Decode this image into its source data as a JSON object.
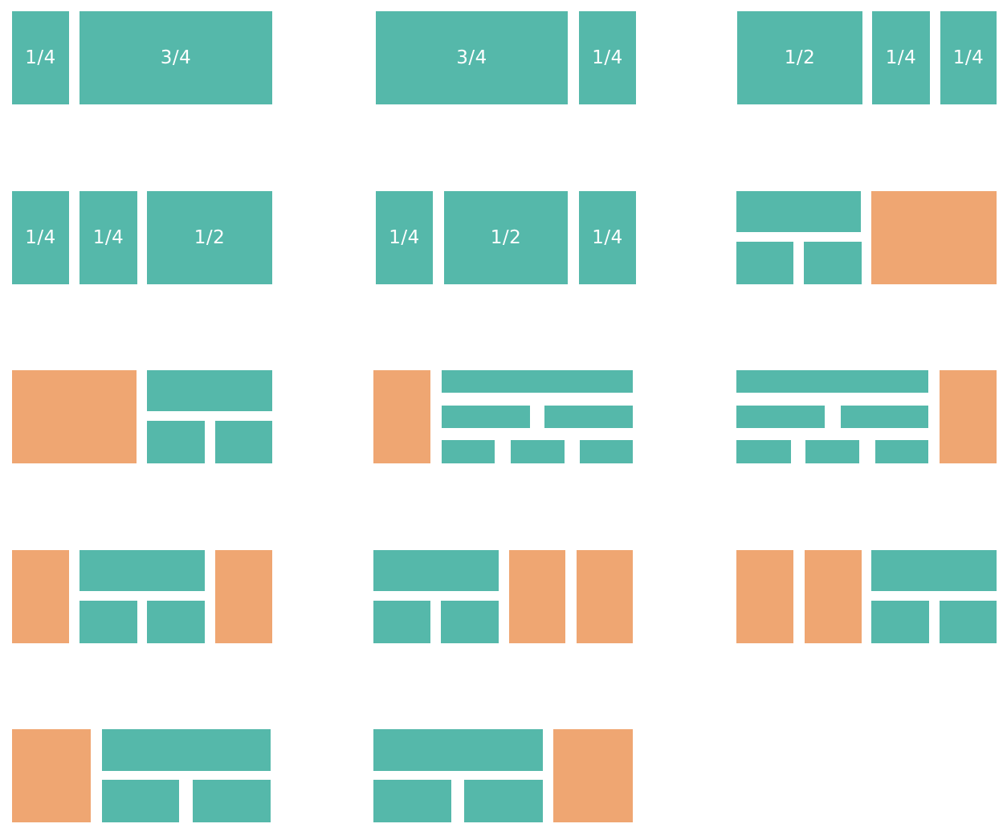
{
  "colors": {
    "teal": "#55b8aa",
    "orange": "#efa672",
    "background": "#ffffff"
  },
  "layouts": [
    {
      "id": "layout-quarter-threequarter",
      "blocks": [
        {
          "role": "column",
          "color": "teal",
          "label": "1/4"
        },
        {
          "role": "column",
          "color": "teal",
          "label": "3/4"
        }
      ]
    },
    {
      "id": "layout-threequarter-quarter",
      "blocks": [
        {
          "role": "column",
          "color": "teal",
          "label": "3/4"
        },
        {
          "role": "column",
          "color": "teal",
          "label": "1/4"
        }
      ]
    },
    {
      "id": "layout-half-quarter-quarter",
      "blocks": [
        {
          "role": "column",
          "color": "teal",
          "label": "1/2"
        },
        {
          "role": "column",
          "color": "teal",
          "label": "1/4"
        },
        {
          "role": "column",
          "color": "teal",
          "label": "1/4"
        }
      ]
    },
    {
      "id": "layout-quarter-quarter-half",
      "blocks": [
        {
          "role": "column",
          "color": "teal",
          "label": "1/4"
        },
        {
          "role": "column",
          "color": "teal",
          "label": "1/4"
        },
        {
          "role": "column",
          "color": "teal",
          "label": "1/2"
        }
      ]
    },
    {
      "id": "layout-quarter-half-quarter",
      "blocks": [
        {
          "role": "column",
          "color": "teal",
          "label": "1/4"
        },
        {
          "role": "column",
          "color": "teal",
          "label": "1/2"
        },
        {
          "role": "column",
          "color": "teal",
          "label": "1/4"
        }
      ]
    },
    {
      "id": "layout-stack-left-sidebar-right",
      "blocks": [
        {
          "role": "row-bar",
          "color": "teal",
          "label": ""
        },
        {
          "role": "cell",
          "color": "teal",
          "label": ""
        },
        {
          "role": "cell",
          "color": "teal",
          "label": ""
        },
        {
          "role": "sidebar",
          "color": "orange",
          "label": ""
        }
      ]
    },
    {
      "id": "layout-sidebar-left-stack-right",
      "blocks": [
        {
          "role": "sidebar",
          "color": "orange",
          "label": ""
        },
        {
          "role": "row-bar",
          "color": "teal",
          "label": ""
        },
        {
          "role": "cell",
          "color": "teal",
          "label": ""
        },
        {
          "role": "cell",
          "color": "teal",
          "label": ""
        }
      ]
    },
    {
      "id": "layout-narrow-sidebar-left-three-rows",
      "blocks": [
        {
          "role": "sidebar",
          "color": "orange",
          "label": ""
        },
        {
          "role": "row-bar",
          "color": "teal",
          "label": ""
        },
        {
          "role": "cell",
          "color": "teal",
          "label": ""
        },
        {
          "role": "cell",
          "color": "teal",
          "label": ""
        },
        {
          "role": "cell",
          "color": "teal",
          "label": ""
        },
        {
          "role": "cell",
          "color": "teal",
          "label": ""
        },
        {
          "role": "cell",
          "color": "teal",
          "label": ""
        }
      ]
    },
    {
      "id": "layout-three-rows-narrow-sidebar-right",
      "blocks": [
        {
          "role": "row-bar",
          "color": "teal",
          "label": ""
        },
        {
          "role": "cell",
          "color": "teal",
          "label": ""
        },
        {
          "role": "cell",
          "color": "teal",
          "label": ""
        },
        {
          "role": "cell",
          "color": "teal",
          "label": ""
        },
        {
          "role": "cell",
          "color": "teal",
          "label": ""
        },
        {
          "role": "cell",
          "color": "teal",
          "label": ""
        },
        {
          "role": "sidebar",
          "color": "orange",
          "label": ""
        }
      ]
    },
    {
      "id": "layout-sidebars-both-sides",
      "blocks": [
        {
          "role": "sidebar",
          "color": "orange",
          "label": ""
        },
        {
          "role": "row-bar",
          "color": "teal",
          "label": ""
        },
        {
          "role": "cell",
          "color": "teal",
          "label": ""
        },
        {
          "role": "cell",
          "color": "teal",
          "label": ""
        },
        {
          "role": "sidebar",
          "color": "orange",
          "label": ""
        }
      ]
    },
    {
      "id": "layout-stack-left-two-sidebars-right",
      "blocks": [
        {
          "role": "row-bar",
          "color": "teal",
          "label": ""
        },
        {
          "role": "cell",
          "color": "teal",
          "label": ""
        },
        {
          "role": "cell",
          "color": "teal",
          "label": ""
        },
        {
          "role": "sidebar",
          "color": "orange",
          "label": ""
        },
        {
          "role": "sidebar",
          "color": "orange",
          "label": ""
        }
      ]
    },
    {
      "id": "layout-two-sidebars-left-stack-right",
      "blocks": [
        {
          "role": "sidebar",
          "color": "orange",
          "label": ""
        },
        {
          "role": "sidebar",
          "color": "orange",
          "label": ""
        },
        {
          "role": "row-bar",
          "color": "teal",
          "label": ""
        },
        {
          "role": "cell",
          "color": "teal",
          "label": ""
        },
        {
          "role": "cell",
          "color": "teal",
          "label": ""
        }
      ]
    },
    {
      "id": "layout-sidebar-left-wide-stack-right",
      "blocks": [
        {
          "role": "sidebar",
          "color": "orange",
          "label": ""
        },
        {
          "role": "row-bar",
          "color": "teal",
          "label": ""
        },
        {
          "role": "cell",
          "color": "teal",
          "label": ""
        },
        {
          "role": "cell",
          "color": "teal",
          "label": ""
        }
      ]
    },
    {
      "id": "layout-wide-stack-left-sidebar-right",
      "blocks": [
        {
          "role": "row-bar",
          "color": "teal",
          "label": ""
        },
        {
          "role": "cell",
          "color": "teal",
          "label": ""
        },
        {
          "role": "cell",
          "color": "teal",
          "label": ""
        },
        {
          "role": "sidebar",
          "color": "orange",
          "label": ""
        }
      ]
    }
  ]
}
